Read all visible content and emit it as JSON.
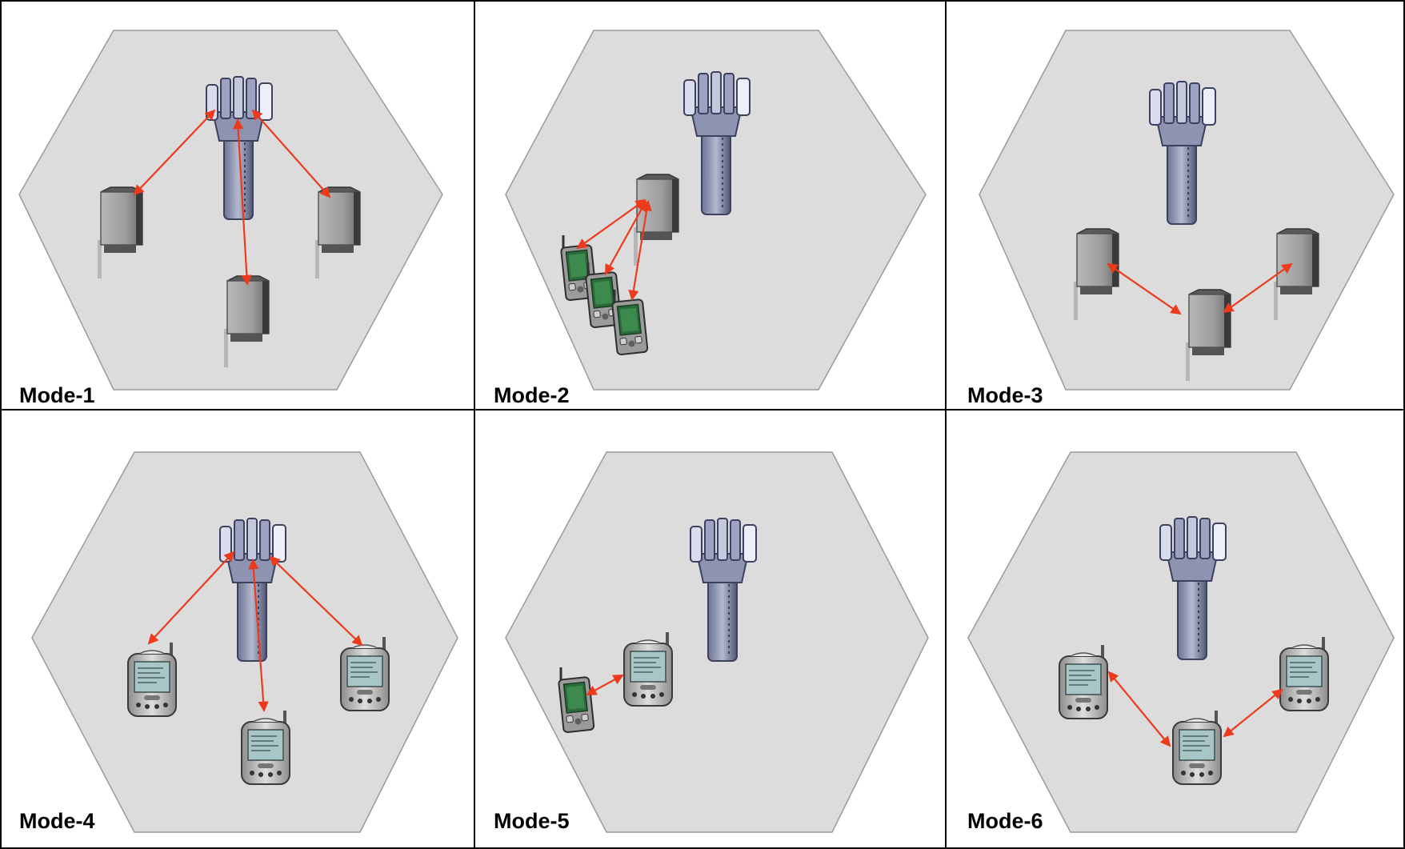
{
  "diagram": {
    "colors": {
      "hexagon_fill": "#dcdcdc",
      "hexagon_stroke": "#9a9a9a",
      "link_arrow": "#ee3a1c",
      "grid_line": "#000000"
    },
    "panels": [
      {
        "label": "Mode-1",
        "nodes": [
          {
            "type": "base-station-tower"
          },
          {
            "type": "relay-node"
          },
          {
            "type": "relay-node"
          },
          {
            "type": "relay-node"
          }
        ]
      },
      {
        "label": "Mode-2",
        "nodes": [
          {
            "type": "base-station-tower"
          },
          {
            "type": "relay-node"
          },
          {
            "type": "pda-device"
          },
          {
            "type": "pda-device"
          },
          {
            "type": "pda-device"
          }
        ]
      },
      {
        "label": "Mode-3",
        "nodes": [
          {
            "type": "base-station-tower"
          },
          {
            "type": "relay-node"
          },
          {
            "type": "relay-node"
          },
          {
            "type": "relay-node"
          }
        ]
      },
      {
        "label": "Mode-4",
        "nodes": [
          {
            "type": "base-station-tower"
          },
          {
            "type": "mobile-phone"
          },
          {
            "type": "mobile-phone"
          },
          {
            "type": "mobile-phone"
          }
        ]
      },
      {
        "label": "Mode-5",
        "nodes": [
          {
            "type": "base-station-tower"
          },
          {
            "type": "mobile-phone"
          },
          {
            "type": "pda-device"
          }
        ]
      },
      {
        "label": "Mode-6",
        "nodes": [
          {
            "type": "base-station-tower"
          },
          {
            "type": "mobile-phone"
          },
          {
            "type": "mobile-phone"
          },
          {
            "type": "mobile-phone"
          }
        ]
      }
    ]
  }
}
